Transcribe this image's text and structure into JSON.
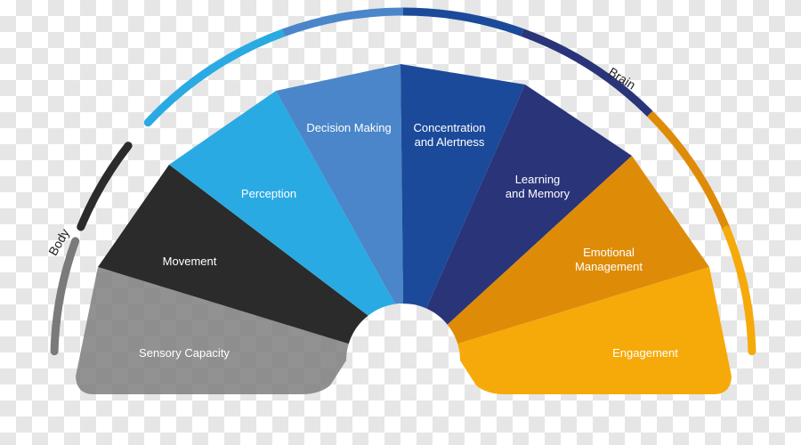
{
  "diagram": {
    "segments": [
      {
        "label": "Sensory Capacity",
        "color": "#7a7a7a"
      },
      {
        "label": "Movement",
        "color": "#2b2b2b"
      },
      {
        "label": "Perception",
        "color": "#2aaae3"
      },
      {
        "label": "Decision Making",
        "color": "#4a86c9"
      },
      {
        "label": "Concentration\nand Alertness",
        "color": "#1c4a9a"
      },
      {
        "label": "Learning\nand Memory",
        "color": "#2a3479"
      },
      {
        "label": "Emotional\nManagement",
        "color": "#de8c08"
      },
      {
        "label": "Engagement",
        "color": "#f5aa0a"
      }
    ],
    "groups": [
      {
        "label": "Body"
      },
      {
        "label": "Brain"
      }
    ]
  }
}
